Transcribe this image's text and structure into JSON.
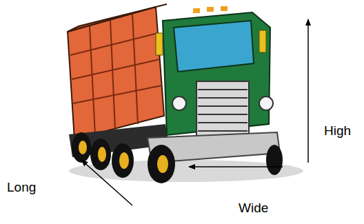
{
  "diagram": {
    "labels": [
      "High",
      "Wide",
      "Long"
    ]
  }
}
